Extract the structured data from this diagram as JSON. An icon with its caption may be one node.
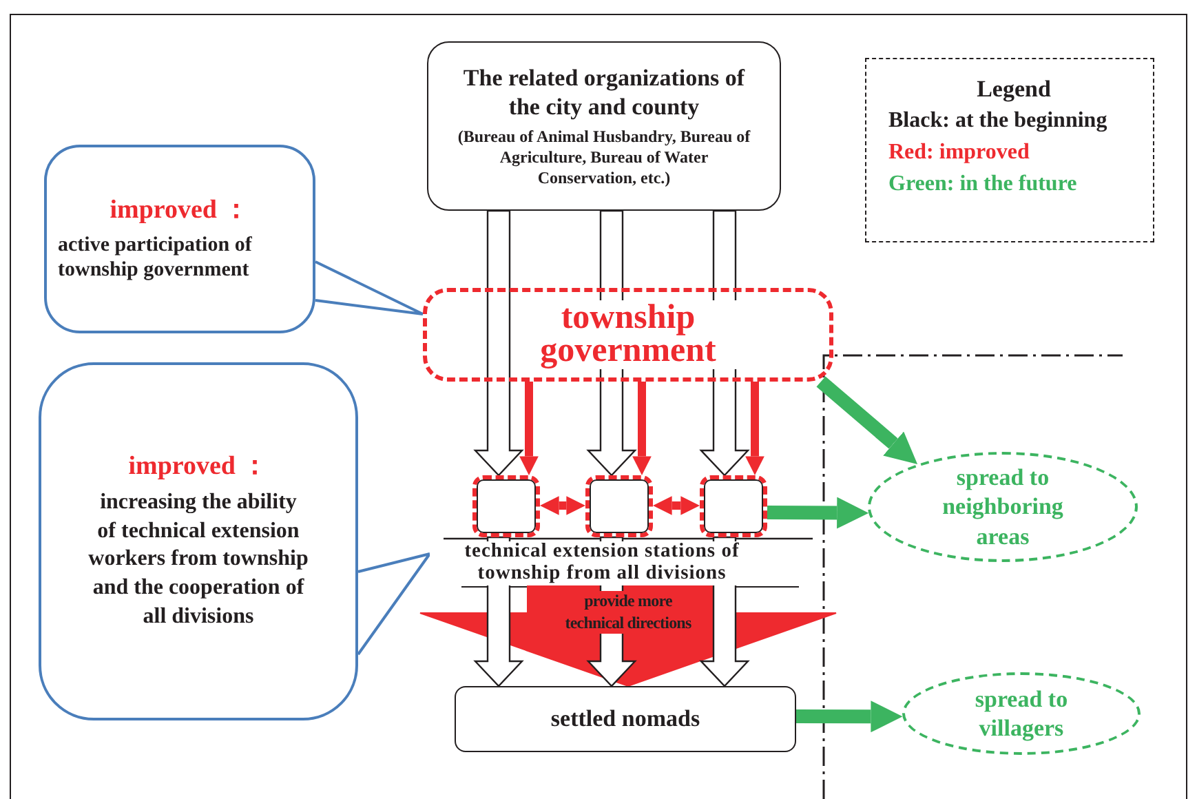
{
  "diagram": {
    "nodes": [
      {
        "text": [
          "The related organizations of the city and county",
          "(Bureau of Animal Husbandry, Bureau of Agriculture, Bureau of Water Conservation, etc.)"
        ]
      },
      {
        "text": [
          "improved ：",
          "active participation of township government"
        ]
      },
      {
        "text": [
          "township government"
        ]
      },
      {
        "text": [
          "improved ：",
          "increasing the ability of technical extension workers from township and the cooperation of all divisions"
        ]
      },
      {
        "text": [],
        "shape": "box"
      },
      {
        "text": [],
        "shape": "box"
      },
      {
        "text": [],
        "shape": "box"
      },
      {
        "text": [
          "technical extension stations of township from all divisions"
        ]
      },
      {
        "text": [
          "settled nomads"
        ]
      },
      {
        "text": [
          "spread to neighboring areas"
        ]
      },
      {
        "text": [
          "spread to villagers"
        ]
      }
    ],
    "edges": [
      {
        "from": 0,
        "to": 4,
        "arrow": "to"
      },
      {
        "from": 0,
        "to": 5,
        "arrow": "to"
      },
      {
        "from": 0,
        "to": 6,
        "arrow": "to"
      },
      {
        "from": 2,
        "to": 4,
        "arrow": "to",
        "color": "#ee2a2f"
      },
      {
        "from": 2,
        "to": 5,
        "arrow": "to",
        "color": "#ee2a2f"
      },
      {
        "from": 2,
        "to": 6,
        "arrow": "to",
        "color": "#ee2a2f"
      },
      {
        "from": 4,
        "to": 5,
        "arrow": "both",
        "color": "#ee2a2f"
      },
      {
        "from": 5,
        "to": 6,
        "arrow": "both",
        "color": "#ee2a2f"
      },
      {
        "from": 4,
        "to": 8,
        "arrow": "to"
      },
      {
        "from": 5,
        "to": 8,
        "arrow": "to"
      },
      {
        "from": 6,
        "to": 8,
        "arrow": "to"
      },
      {
        "from": 7,
        "to": 8,
        "arrow": "to",
        "label": "provide more technical directions",
        "style": "thick",
        "color": "#ee2a2f"
      },
      {
        "from": 2,
        "to": 9,
        "arrow": "to",
        "color": "#3cb460"
      },
      {
        "from": 6,
        "to": 9,
        "arrow": "to",
        "color": "#3cb460"
      },
      {
        "from": 8,
        "to": 10,
        "arrow": "to",
        "color": "#3cb460"
      },
      {
        "from": 1,
        "to": 2,
        "arrow": "none",
        "color": "#4a7ebb"
      },
      {
        "from": 3,
        "to": 7,
        "arrow": "none",
        "color": "#4a7ebb"
      }
    ],
    "labels": [
      "Legend"
    ],
    "legend": [
      {
        "text": "Black: at the beginning",
        "color": "#231f20"
      },
      {
        "text": "Red: improved",
        "color": "#ee2a2f"
      },
      {
        "text": "Green: in the future",
        "color": "#3cb460"
      }
    ]
  }
}
